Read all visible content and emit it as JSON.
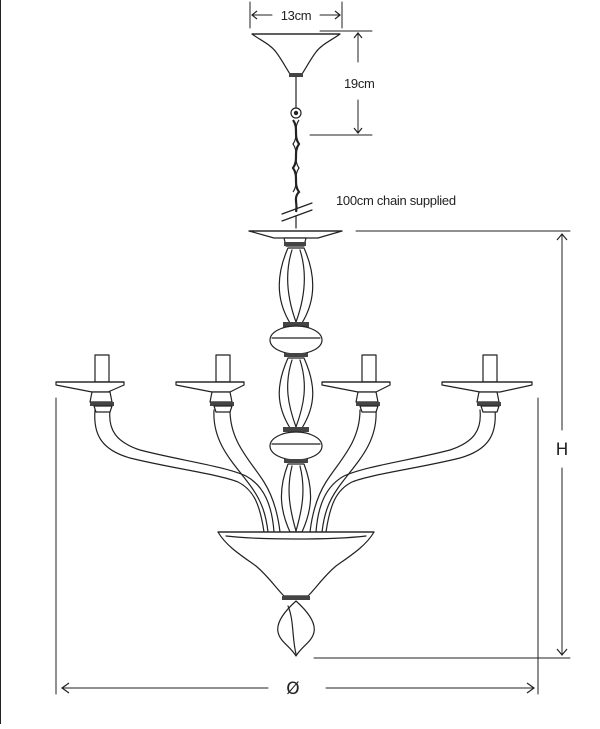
{
  "dimensions": {
    "top_width": "13cm",
    "canopy_height": "19cm",
    "chain_note": "100cm chain supplied",
    "height_symbol": "H",
    "diameter_symbol": "Ø"
  }
}
